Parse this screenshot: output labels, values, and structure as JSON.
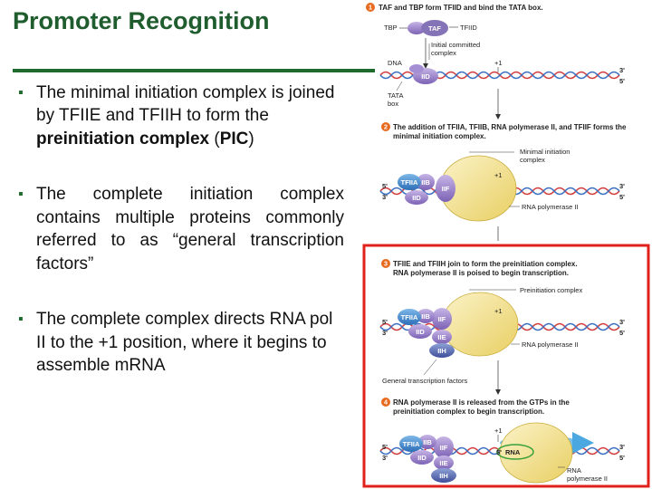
{
  "title": "Promoter Recognition",
  "bullets": [
    {
      "pre": "The minimal initiation complex is joined by TFIIE and TFIIH to form the ",
      "bold": "preinitiation complex",
      "mid": " (",
      "bold2": "PIC",
      "post": ")"
    },
    {
      "text": "The complete initiation complex contains multiple proteins commonly referred to as “general transcription factors”"
    },
    {
      "text": "The complete complex directs RNA pol II to the +1 position, where it begins to assemble mRNA"
    }
  ],
  "figure": {
    "step1": {
      "num": "1",
      "text": "TAF and TBP form TFIID and bind the TATA box."
    },
    "step2": {
      "num": "2",
      "text_line1": "The addition of TFIIA, TFIIB, RNA polymerase II, and TFIIF forms the",
      "text_line2": "minimal initiation complex."
    },
    "step3": {
      "num": "3",
      "text_line1": "TFIIE and TFIIH join to form the preinitiation complex.",
      "text_line2": "RNA polymerase II is poised to begin transcription."
    },
    "step4": {
      "num": "4",
      "text_line1": "RNA polymerase II is released from the GTPs in the",
      "text_line2": "preinitiation complex to begin transcription."
    },
    "labels": {
      "tbp": "TBP",
      "taf": "TAF",
      "tfiid": "TFIID",
      "iid": "IID",
      "initial_committed_line1": "Initial committed",
      "initial_committed_line2": "complex",
      "dna": "DNA",
      "tata_line1": "TATA",
      "tata_line2": "box",
      "plus1": "+1",
      "three_prime": "3'",
      "five_prime": "5'",
      "minimal_line1": "Minimal initiation",
      "minimal_line2": "complex",
      "rna_pol": "RNA polymerase II",
      "preinit": "Preinitiation complex",
      "gtf": "General transcription factors",
      "tfiia": "TFIIA",
      "iib": "IIB",
      "iif": "IIF",
      "iie": "IIE",
      "iih": "IIH",
      "rna": "RNA",
      "five_rna": "5'",
      "rna_pol2_line1": "RNA",
      "rna_pol2_line2": "polymerase II"
    },
    "highlight_color": "#e0201b"
  }
}
